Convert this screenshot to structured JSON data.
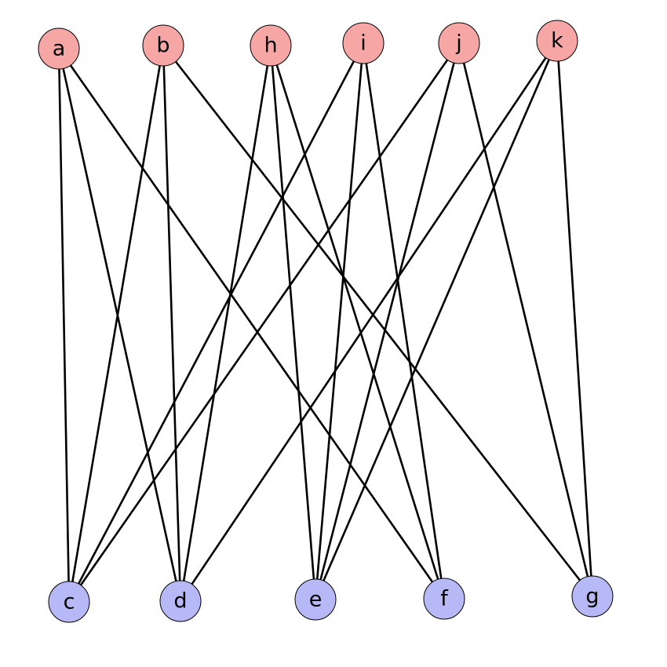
{
  "graph": {
    "colors": {
      "top_node_fill": "#f7a6a6",
      "bottom_node_fill": "#b7b9f7",
      "node_stroke": "#000000",
      "edge": "#000000"
    },
    "top_nodes": [
      {
        "id": "a",
        "label": "a"
      },
      {
        "id": "b",
        "label": "b"
      },
      {
        "id": "h",
        "label": "h"
      },
      {
        "id": "i",
        "label": "i"
      },
      {
        "id": "j",
        "label": "j"
      },
      {
        "id": "k",
        "label": "k"
      }
    ],
    "bottom_nodes": [
      {
        "id": "c",
        "label": "c"
      },
      {
        "id": "d",
        "label": "d"
      },
      {
        "id": "e",
        "label": "e"
      },
      {
        "id": "f",
        "label": "f"
      },
      {
        "id": "g",
        "label": "g"
      }
    ],
    "edges": [
      [
        "a",
        "c"
      ],
      [
        "a",
        "d"
      ],
      [
        "a",
        "f"
      ],
      [
        "b",
        "c"
      ],
      [
        "b",
        "d"
      ],
      [
        "b",
        "g"
      ],
      [
        "h",
        "d"
      ],
      [
        "h",
        "e"
      ],
      [
        "h",
        "f"
      ],
      [
        "i",
        "c"
      ],
      [
        "i",
        "e"
      ],
      [
        "i",
        "f"
      ],
      [
        "j",
        "c"
      ],
      [
        "j",
        "e"
      ],
      [
        "j",
        "g"
      ],
      [
        "k",
        "d"
      ],
      [
        "k",
        "e"
      ],
      [
        "k",
        "g"
      ]
    ]
  }
}
